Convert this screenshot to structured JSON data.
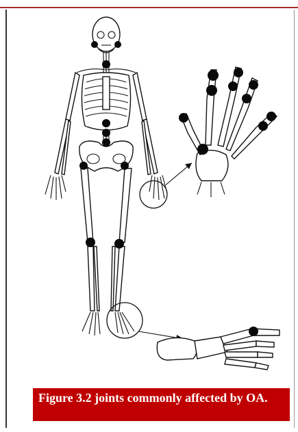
{
  "figure": {
    "caption": "Figure 3.2 joints commonly affected by OA.",
    "colors": {
      "caption_bg": "#c00000",
      "caption_text": "#ffffff",
      "top_rule": "#a42a2a",
      "joint_marker": "#0a0a0a"
    },
    "parts": [
      "skeleton",
      "hand-detail",
      "foot-detail"
    ]
  }
}
